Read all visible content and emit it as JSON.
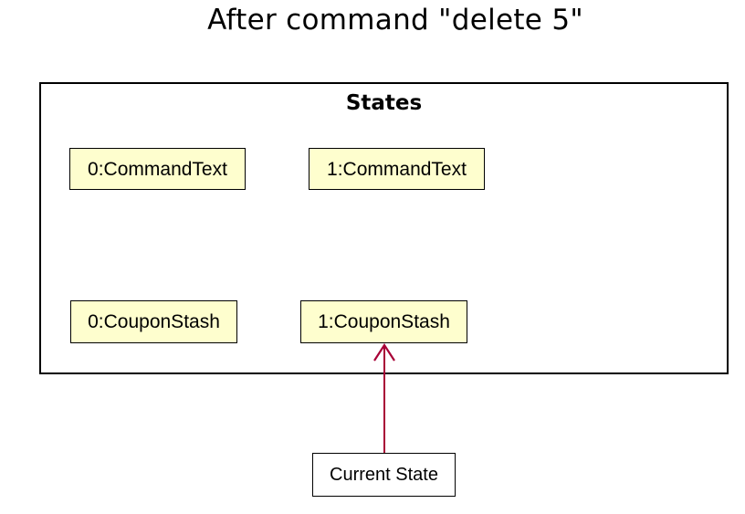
{
  "title": "After command \"delete 5\"",
  "frame": {
    "label": "States"
  },
  "objects": [
    {
      "label": "0:CommandText"
    },
    {
      "label": "1:CommandText"
    },
    {
      "label": "0:CouponStash"
    },
    {
      "label": "1:CouponStash"
    }
  ],
  "pointer": {
    "label": "Current State",
    "target": "1:CouponStash"
  },
  "colors": {
    "object_fill": "#fefece",
    "pointer_fill": "#ffffff",
    "arrow": "#a80036",
    "border": "#000000"
  }
}
